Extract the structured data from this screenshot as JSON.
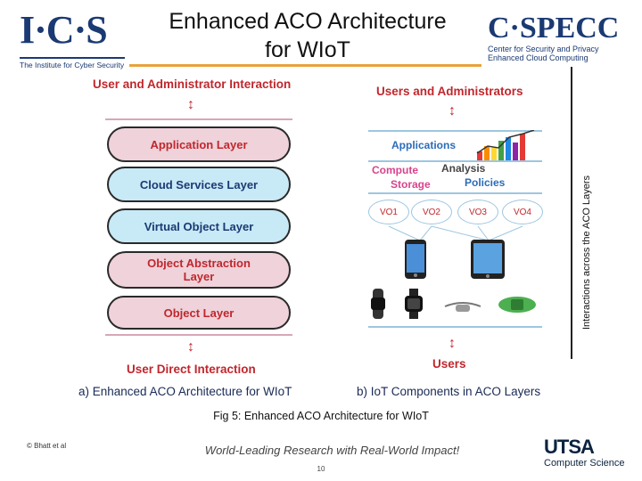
{
  "header": {
    "ics_logo": {
      "mark": "I·C·S",
      "subtitle": "The Institute for Cyber Security"
    },
    "title_line1": "Enhanced ACO Architecture",
    "title_line2": "for WIoT",
    "cspecc_logo": {
      "mark": "C·SPECC",
      "line1": "Center for Security and Privacy",
      "line2": "Enhanced Cloud Computing"
    }
  },
  "left_diagram": {
    "top_label": "User and Administrator Interaction",
    "layers": [
      {
        "label": "Application Layer",
        "style": "pink"
      },
      {
        "label": "Cloud Services Layer",
        "style": "blue"
      },
      {
        "label": "Virtual Object Layer",
        "style": "blue"
      },
      {
        "label": "Object Abstraction Layer",
        "style": "pink"
      },
      {
        "label": "Object Layer",
        "style": "pink"
      }
    ],
    "bottom_label": "User Direct Interaction",
    "caption": "a) Enhanced ACO Architecture for WIoT"
  },
  "right_diagram": {
    "top_label": "Users and Administrators",
    "applications": "Applications",
    "compute": "Compute",
    "analysis": "Analysis",
    "storage": "Storage",
    "policies": "Policies",
    "virtual_objects": [
      "VO1",
      "VO2",
      "VO3",
      "VO4"
    ],
    "bottom_label": "Users",
    "caption": "b) IoT Components in ACO Layers",
    "side_label": "Interactions across the ACO Layers"
  },
  "figure_caption": "Fig 5: Enhanced ACO Architecture for WIoT",
  "footer": {
    "copyright": "© Bhatt et al",
    "tagline": "World-Leading Research with Real-World Impact!",
    "page_number": "10",
    "utsa_mark": "UTSA",
    "utsa_sub": "Computer Science"
  }
}
